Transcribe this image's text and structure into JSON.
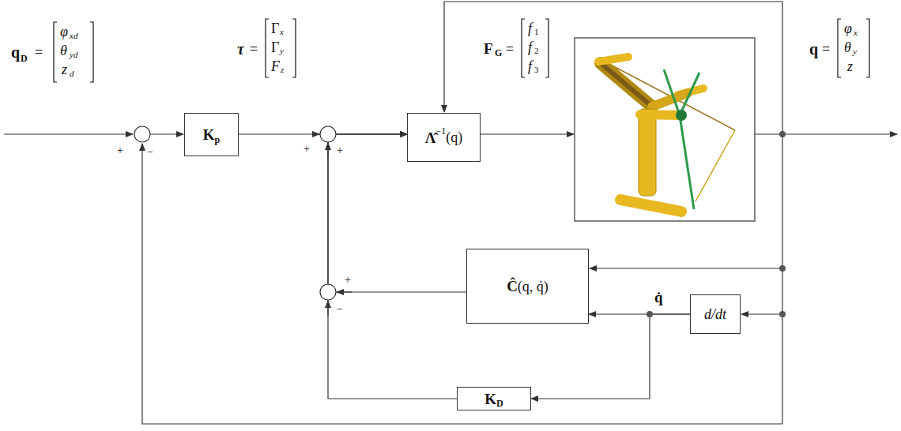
{
  "diagram": {
    "nodes": [
      {
        "text": [
          "K",
          "p"
        ]
      },
      {
        "text": [
          "Λ̂",
          "−1",
          "(q)"
        ]
      },
      {
        "text": [
          "Ĉ",
          "(q, q̇)"
        ]
      },
      {
        "text": [
          "d/dt"
        ]
      },
      {
        "text": [
          "K",
          "D"
        ]
      }
    ],
    "edges": [
      {
        "from": 0,
        "to": 1,
        "arrow": "to"
      },
      {
        "from": 2,
        "to": 1,
        "arrow": "to"
      },
      {
        "from": 4,
        "to": 1,
        "arrow": "to"
      },
      {
        "from": 3,
        "to": 2,
        "arrow": "to"
      },
      {
        "from": 3,
        "to": 4,
        "arrow": "to"
      }
    ],
    "labels": [
      "q",
      "D",
      "=",
      "φ",
      "xd",
      "θ",
      "yd",
      "z",
      "d",
      "τ",
      "=",
      "Γ",
      "x",
      "Γ",
      "y",
      "F",
      "z",
      "F",
      "G",
      "=",
      "f",
      "1",
      "f",
      "2",
      "f",
      "3",
      "q",
      "=",
      "φ",
      "x",
      "θ",
      "y",
      "z",
      "q̇",
      "+",
      "−",
      "+",
      "+",
      "+",
      "−"
    ]
  }
}
